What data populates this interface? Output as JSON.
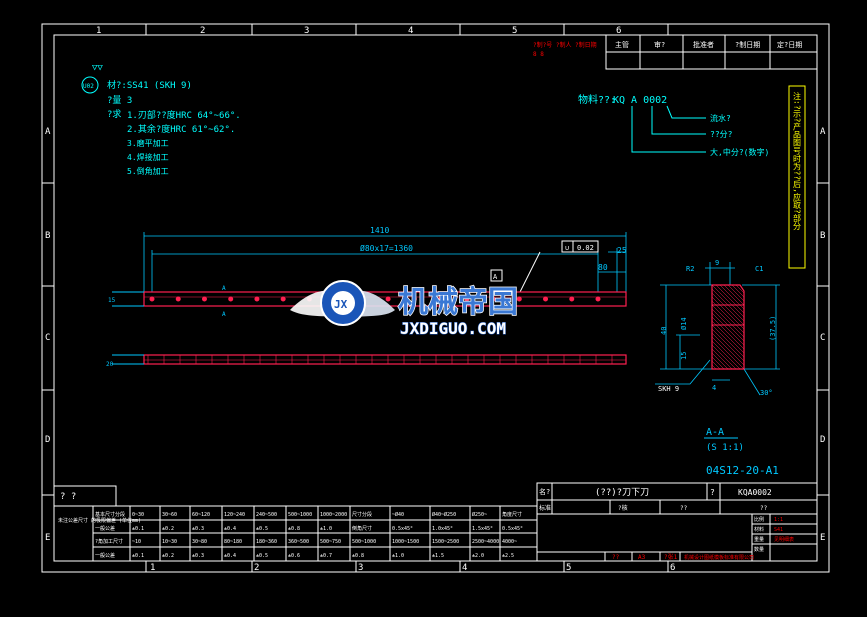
{
  "colors": {
    "background": "#000000",
    "frame": "#ffffff",
    "dimension": "#00c8ff",
    "part": "#ff2050",
    "hatch": "#ff2050",
    "annotation_cyan": "#00ffff",
    "annotation_yellow": "#ffff00",
    "watermark_blue": "#3a78d4",
    "watermark_white": "#ffffff",
    "title_red": "#ff0000"
  },
  "border": {
    "col_numbers_top": [
      "1",
      "2",
      "3",
      "4",
      "5",
      "6"
    ],
    "col_numbers_bottom": [
      "1",
      "2",
      "3",
      "4",
      "5",
      "6"
    ],
    "row_letters": [
      "A",
      "B",
      "C",
      "D",
      "E"
    ]
  },
  "revision_block": {
    "headers": [
      "主管",
      "审?",
      "批准者",
      "?制日期",
      "定?日期"
    ],
    "red_note_1": "?制?号 ?制人 ?制日期",
    "red_note_2": "8  8"
  },
  "side_note": {
    "text": "注:?示?产品图号时为??后,应取?部分"
  },
  "spec": {
    "surface_symbol": "▽▽",
    "circle_label": "U02",
    "material": "材?:SS41 (SKH 9)",
    "quantity": "?量 3",
    "notes_title": "?求",
    "notes": [
      "1.刃部??度HRC 64°~66°.",
      "2.其余?度HRC 61°~62°.",
      "3.磨平加工",
      "4.焊接加工",
      "5.倒角加工"
    ]
  },
  "part_code_callout": {
    "prefix": "物料??:",
    "code": "KQ A 0002",
    "lines": [
      "流水?",
      "??分?",
      "大,中分?(数字)"
    ]
  },
  "dimensions": {
    "overall_length": "1410",
    "hole_pattern": "Ø80x17=1360",
    "end_offset": "25",
    "end_spacing": "80",
    "tolerance_symbol": "∪",
    "tolerance_value": "0.02",
    "section_flag": "A",
    "section_a_marker_left": "A",
    "section_a_marker_right": "A",
    "left_height": "15",
    "bottom_height": "20"
  },
  "section_view": {
    "top_width": "9",
    "radius": "R2",
    "chamfer": "C1",
    "height": "40",
    "hole_dia": "Ø14",
    "lower_height": "15",
    "total_height": "(37.5)",
    "material_tag": "SKH 9",
    "bottom_width": "4",
    "angle": "30°",
    "title": "A-A",
    "scale": "(S 1:1)"
  },
  "drawing_number_label": "04S12-20-A1",
  "watermark": {
    "title": "机械帝国",
    "subtitle": "JXDIGUO.COM",
    "emblem": "JX"
  },
  "title_block": {
    "part_name_label": "名?",
    "part_name": "(??)?刀下刀",
    "drawing_label": "?",
    "drawing_code": "KQA0002",
    "row2_labels": [
      "标准",
      "?核",
      "??",
      "??"
    ],
    "side_labels": [
      "比例",
      "材料",
      "重量",
      "数量"
    ],
    "side_values": [
      "1:1",
      "S41",
      "见明细表",
      ""
    ],
    "bottom_row": [
      "??",
      "A3",
      "?张1"
    ],
    "company": "机械设计图纸模板标准有限公司"
  },
  "tolerance_table": {
    "corner_label": "? ?",
    "left_title": "未注公差尺寸\n的极限偏差\n(单位mm)",
    "header": [
      "基本尺寸分段",
      "0~30",
      "30~60",
      "60~120",
      "120~240",
      "240~500",
      "500~1000",
      "1000~2000",
      "尺寸分段",
      "~Ø40",
      "Ø40~Ø250",
      "Ø250~",
      "角度尺寸"
    ],
    "row1": [
      "一般公差",
      "±0.1",
      "±0.2",
      "±0.3",
      "±0.4",
      "±0.5",
      "±0.8",
      "±1.0",
      "倒角尺寸",
      "0.5x45°",
      "1.0x45°",
      "1.5x45°",
      "0.5x45°"
    ],
    "row2": [
      "?角加工尺寸",
      "~10",
      "10~30",
      "30~80",
      "80~180",
      "180~360",
      "360~500",
      "500~750",
      "500~1000",
      "1000~1500",
      "1500~2500",
      "2500~4000",
      "4000~"
    ],
    "row3": [
      "一般公差",
      "±0.1",
      "±0.2",
      "±0.3",
      "±0.4",
      "±0.5",
      "±0.6",
      "±0.7",
      "±0.8",
      "±1.0",
      "±1.5",
      "±2.0",
      "±2.5"
    ]
  }
}
